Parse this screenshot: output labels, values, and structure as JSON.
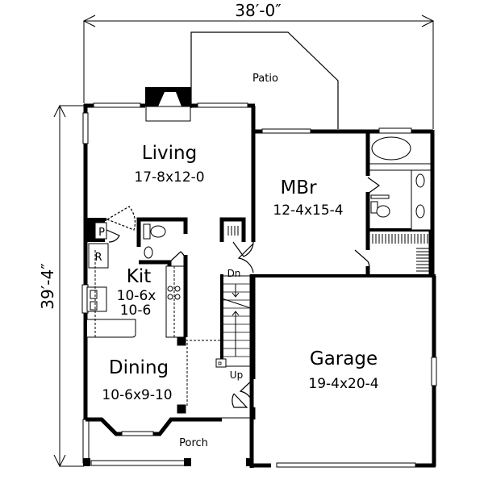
{
  "plan": {
    "overall_width": "38′-0″",
    "overall_depth": "39′-4″",
    "rooms": [
      {
        "id": "living",
        "name": "Living",
        "dims": "17-8x12-0"
      },
      {
        "id": "mbr",
        "name": "MBr",
        "dims": "12-4x15-4"
      },
      {
        "id": "kit",
        "name": "Kit",
        "dims_line1": "10-6x",
        "dims_line2": "10-6"
      },
      {
        "id": "dining",
        "name": "Dining",
        "dims": "10-6x9-10"
      },
      {
        "id": "garage",
        "name": "Garage",
        "dims": "19-4x20-4"
      }
    ],
    "outdoor": {
      "patio": "Patio",
      "porch": "Porch"
    },
    "fixtures": {
      "pantry": "P",
      "refrigerator": "R",
      "stair_down": "Dn",
      "stair_up": "Up"
    },
    "colors": {
      "wall": "#000000",
      "background": "#ffffff"
    }
  }
}
